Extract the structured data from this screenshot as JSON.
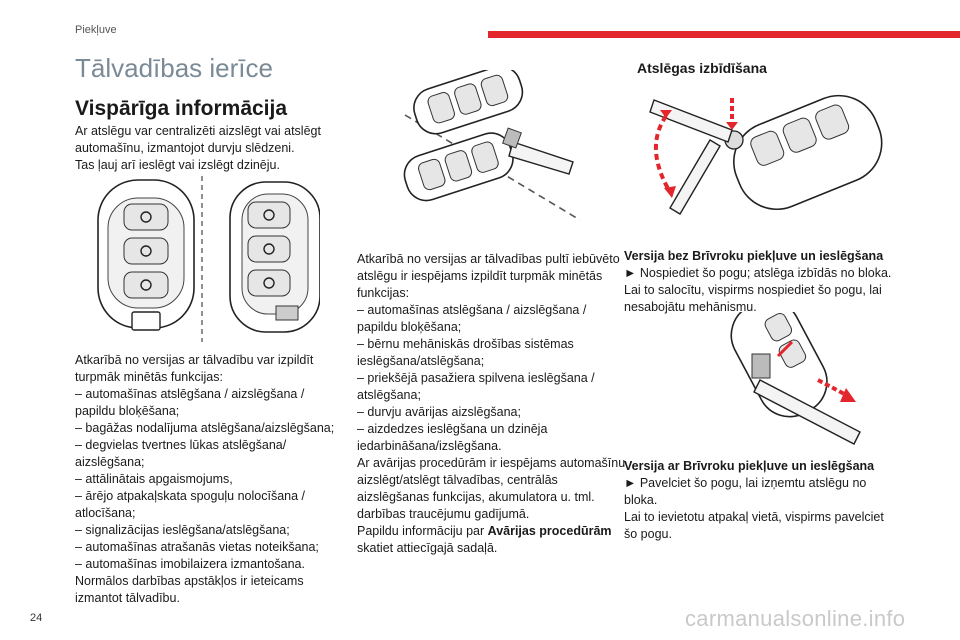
{
  "header": {
    "section": "Piekļuve",
    "accent_color": "#e3262b"
  },
  "page": {
    "title": "Tālvadības ierīce",
    "number": "24"
  },
  "col1": {
    "heading": "Vispārīga informācija",
    "intro_lines": [
      "Ar atslēgu var centralizēti aizslēgt vai atslēgt",
      "automašīnu, izmantojot durvju slēdzeni.",
      "Tas ļauj arī ieslēgt vai izslēgt dzinēju."
    ],
    "body_lines": [
      "Atkarībā no versijas ar tālvadību var izpildīt",
      "turpmāk minētās funkcijas:",
      "–  automašīnas atslēgšana / aizslēgšana /",
      "papildu bloķēšana;",
      "–  bagāžas nodalījuma atslēgšana/aizslēgšana;",
      "–  degvielas tvertnes lūkas atslēgšana/",
      "aizslēgšana;",
      "–  attālinātais apgaismojums,",
      "–  ārējo atpakaļskata spoguļu nolocīšana /",
      "atlocīšana;",
      "–  signalizācijas ieslēgšana/atslēgšana;",
      "–  automašīnas atrašanās vietas noteikšana;",
      "–  automašīnas imobilaizera izmantošana.",
      "Normālos darbības apstākļos ir ieteicams",
      "izmantot tālvadību."
    ]
  },
  "col2": {
    "body_lines": [
      "Atkarībā no versijas ar tālvadības pultī iebūvēto",
      "atslēgu ir iespējams izpildīt turpmāk minētās",
      "funkcijas:",
      "–  automašīnas atslēgšana / aizslēgšana /",
      "papildu bloķēšana;",
      "–  bērnu mehāniskās drošības sistēmas",
      "ieslēgšana/atslēgšana;",
      "–  priekšējā pasažiera spilvena ieslēgšana /",
      "atslēgšana;",
      "–  durvju avārijas aizslēgšana;",
      "–  aizdedzes ieslēgšana un dzinēja",
      "iedarbināšana/izslēgšana.",
      "Ar avārijas procedūrām ir iespējams automašīnu",
      "aizslēgt/atslēgt tālvadības, centrālās",
      "aizslēgšanas funkcijas, akumulatora u. tml.",
      "darbības traucējumu gadījumā."
    ],
    "ref_prefix": "Papildu informāciju par ",
    "ref_bold": "Avārijas procedūrām",
    "ref_suffix": "skatiet attiecīgajā sadaļā."
  },
  "col3": {
    "heading": "Atslēgas izbīdīšana",
    "block1": {
      "title": "Versija bez Brīvroku piekļuve un ieslēgšana",
      "lines": [
        "►  Nospiediet šo pogu; atslēga izbīdās no bloka.",
        "Lai to salocītu, vispirms nospiediet šo pogu, lai",
        "nesabojātu mehānismu."
      ]
    },
    "block2": {
      "title": "Versija ar Brīvroku piekļuve un ieslēgšana",
      "lines": [
        "►  Pavelciet šo pogu, lai izņemtu atslēgu no",
        "bloka.",
        "Lai to ievietotu atpakaļ vietā, vispirms pavelciet",
        "šo pogu."
      ]
    }
  },
  "watermark": "carmanualsonline.info"
}
